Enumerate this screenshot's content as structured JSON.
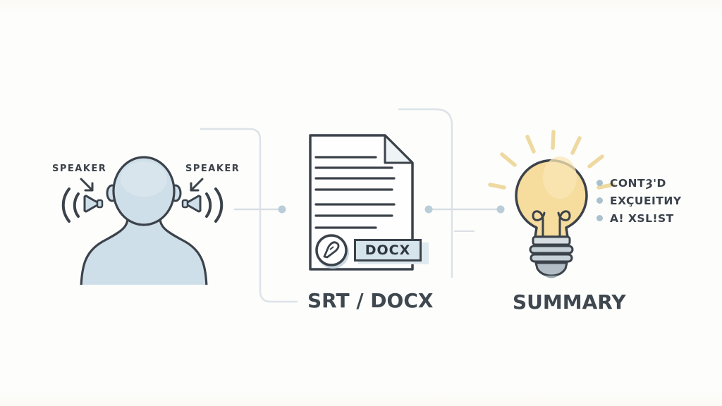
{
  "speakers": {
    "left_label": "SPEAKER",
    "right_label": "SPEAKER"
  },
  "document": {
    "badge_label": "DOCX",
    "caption": "SRT / DOCX"
  },
  "summary": {
    "caption": "SUMMARY",
    "bullets": [
      "CONTȜ'D",
      "EXÇUEITИY",
      "A! XSL!ST"
    ]
  },
  "colors": {
    "ink": "#3b424a",
    "person_fill": "#cfdfe9",
    "connector_line": "#dce3e8",
    "connector_dot": "#b9cdd9",
    "bulb_fill": "#f6dc9d",
    "bulb_ray": "#eed9a0",
    "bulb_base": "#c6d0d7",
    "badge_fill": "#d6e4ec",
    "background": "#fdfdfc"
  }
}
